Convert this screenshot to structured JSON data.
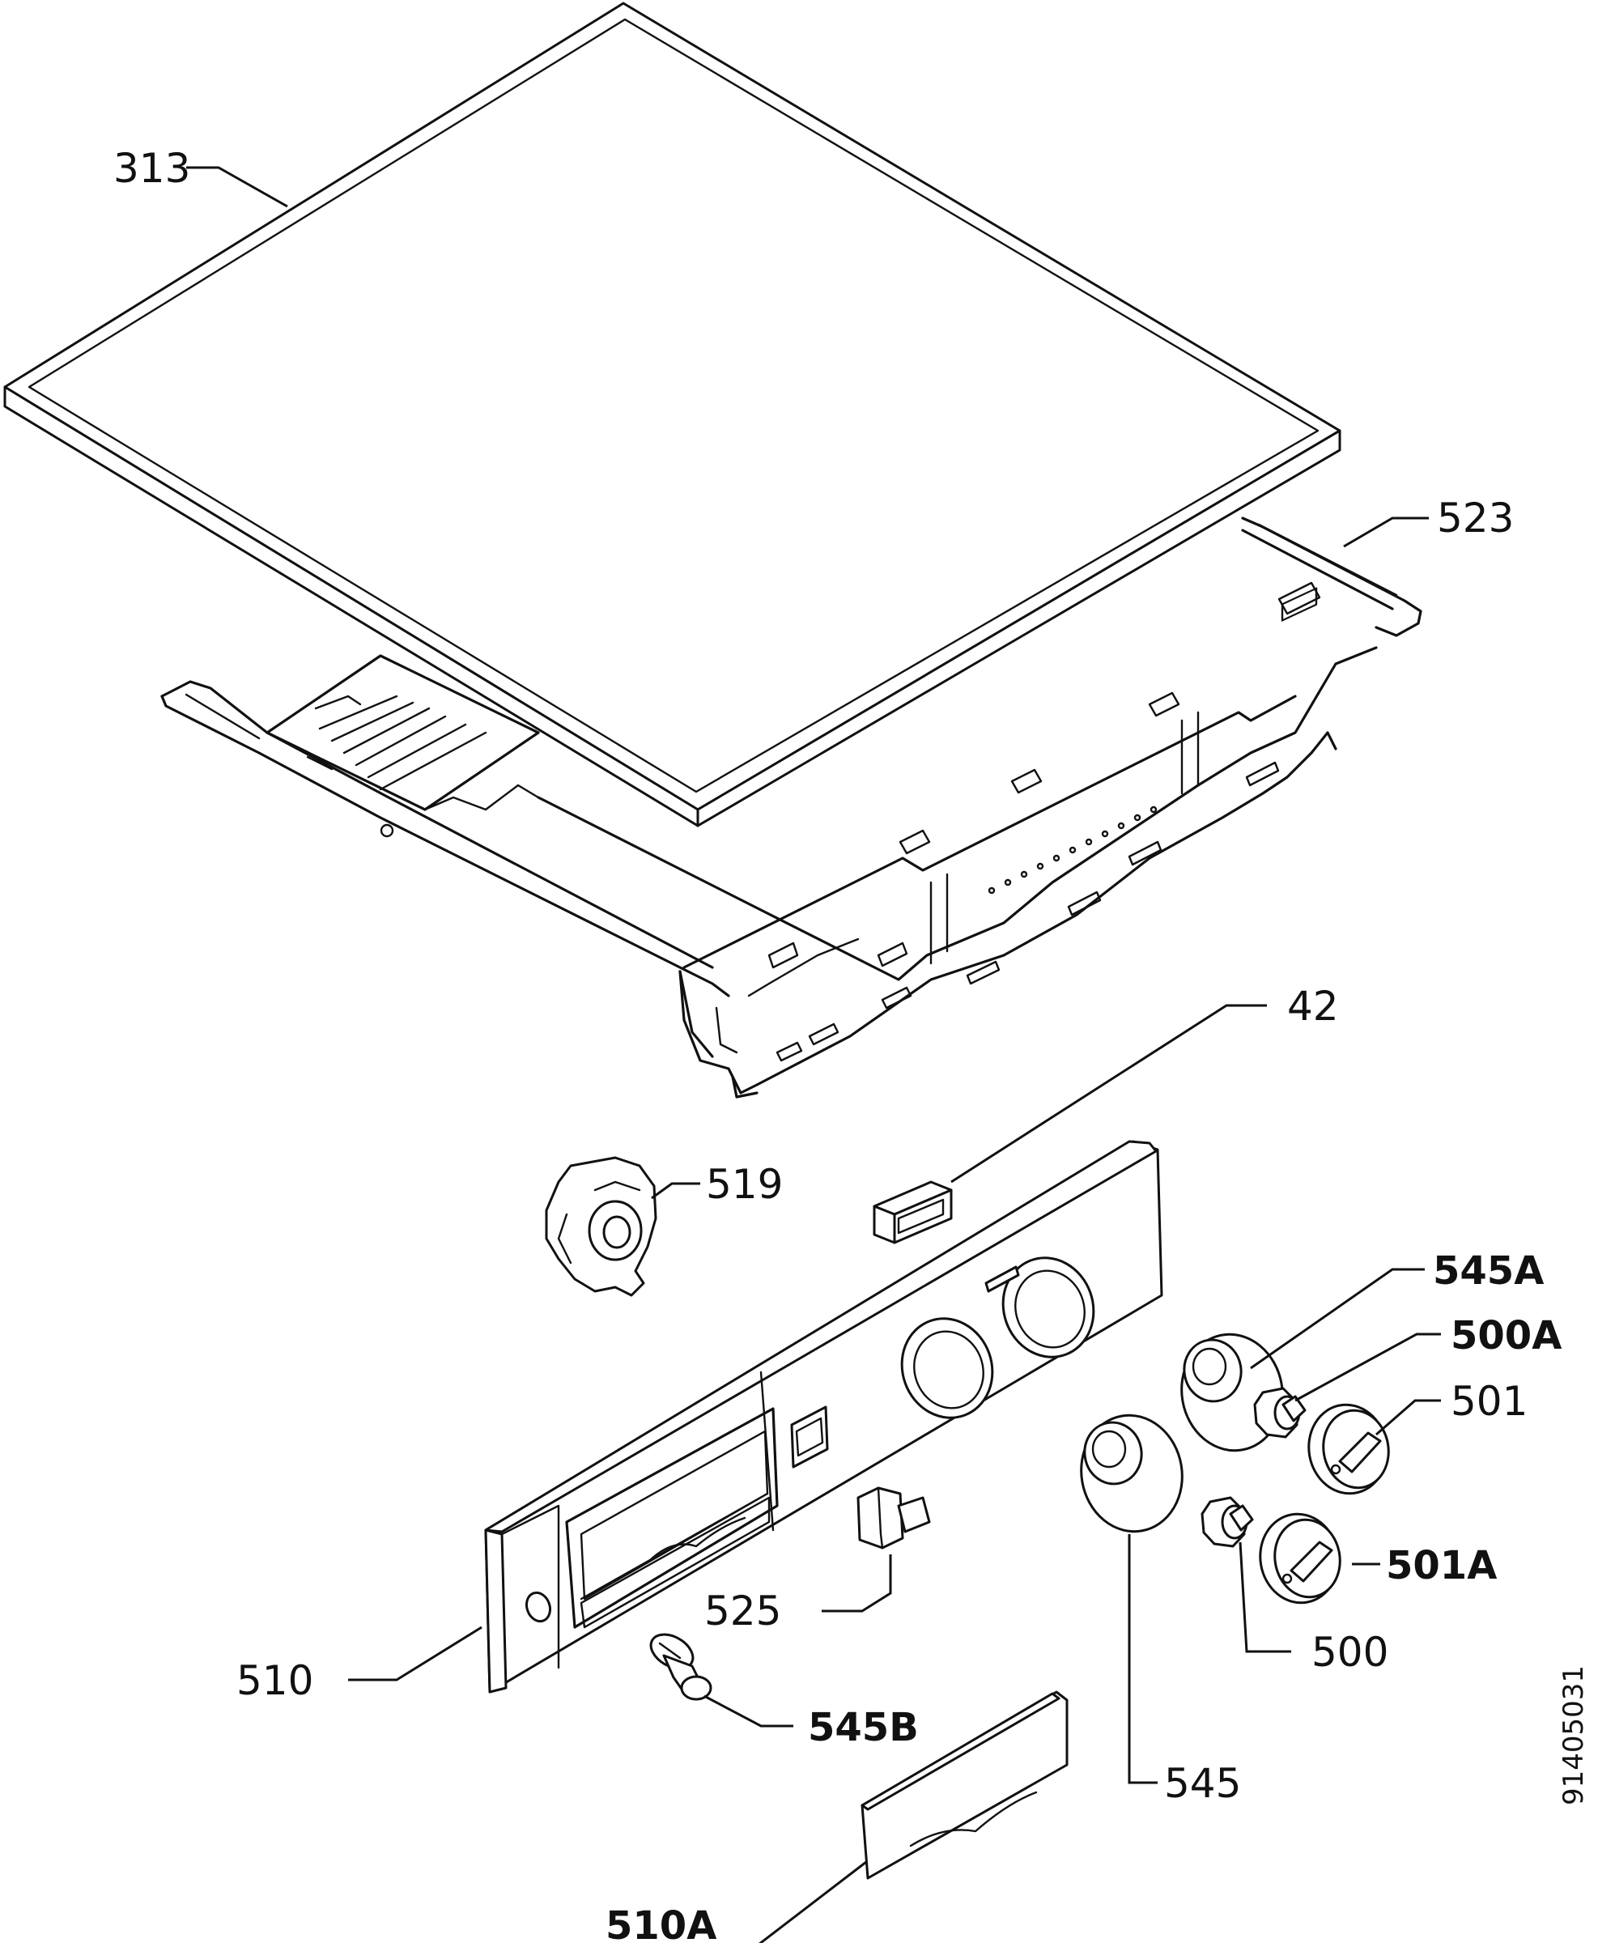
{
  "diagram": {
    "drawing_number": "91405031",
    "parts": [
      {
        "id": "p313",
        "label": "313"
      },
      {
        "id": "p523",
        "label": "523"
      },
      {
        "id": "p42",
        "label": "42"
      },
      {
        "id": "p519",
        "label": "519"
      },
      {
        "id": "p545A",
        "label": "545A"
      },
      {
        "id": "p500A",
        "label": "500A"
      },
      {
        "id": "p501",
        "label": "501"
      },
      {
        "id": "p501A",
        "label": "501A"
      },
      {
        "id": "p500",
        "label": "500"
      },
      {
        "id": "p525",
        "label": "525"
      },
      {
        "id": "p510",
        "label": "510"
      },
      {
        "id": "p545B",
        "label": "545B"
      },
      {
        "id": "p545",
        "label": "545"
      },
      {
        "id": "p510A",
        "label": "510A"
      }
    ]
  }
}
